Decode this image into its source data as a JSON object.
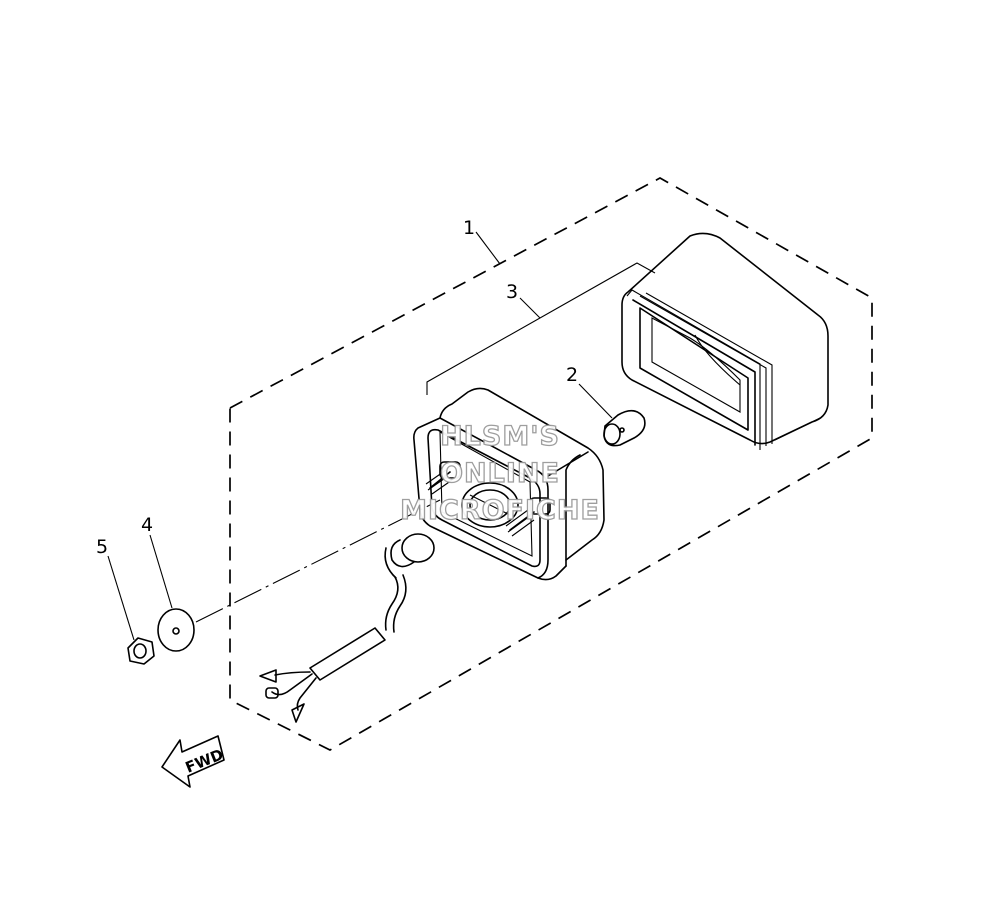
{
  "callouts": [
    {
      "id": 1,
      "label": "1"
    },
    {
      "id": 2,
      "label": "2"
    },
    {
      "id": 3,
      "label": "3"
    },
    {
      "id": 4,
      "label": "4"
    },
    {
      "id": 5,
      "label": "5"
    }
  ],
  "direction_arrow": {
    "label": "FWD"
  },
  "watermark": {
    "lines": [
      "HLSM'S",
      "ONLINE",
      "MICROFICHE"
    ]
  },
  "colors": {
    "line": "#000000",
    "background": "#ffffff",
    "watermark_stroke": "#999999"
  }
}
